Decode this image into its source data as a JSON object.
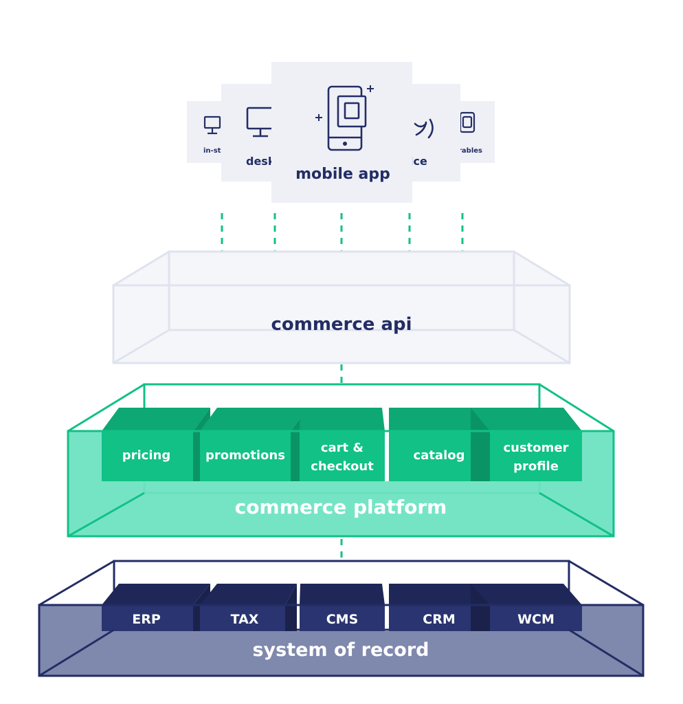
{
  "channels": {
    "in_store": "in-st",
    "desktop": "desk",
    "mobile_app": "mobile app",
    "voice": "ice",
    "wearables": "rables"
  },
  "layers": {
    "api": {
      "title": "commerce api"
    },
    "platform": {
      "title": "commerce platform",
      "modules": [
        {
          "line1": "pricing",
          "line2": ""
        },
        {
          "line1": "promotions",
          "line2": ""
        },
        {
          "line1": "cart &",
          "line2": "checkout"
        },
        {
          "line1": "catalog",
          "line2": ""
        },
        {
          "line1": "customer",
          "line2": "profile"
        }
      ]
    },
    "record": {
      "title": "system of record",
      "modules": [
        "ERP",
        "TAX",
        "CMS",
        "CRM",
        "WCM"
      ]
    }
  },
  "colors": {
    "navy": "#232d64",
    "green": "#11c185",
    "green_dark": "#0da874",
    "green_fill": "#6ee3c2",
    "light_gray": "#eef0f6",
    "api_stroke": "#dfe3ee",
    "record_fill": "#7f88ad",
    "dashed": "#11c185"
  }
}
